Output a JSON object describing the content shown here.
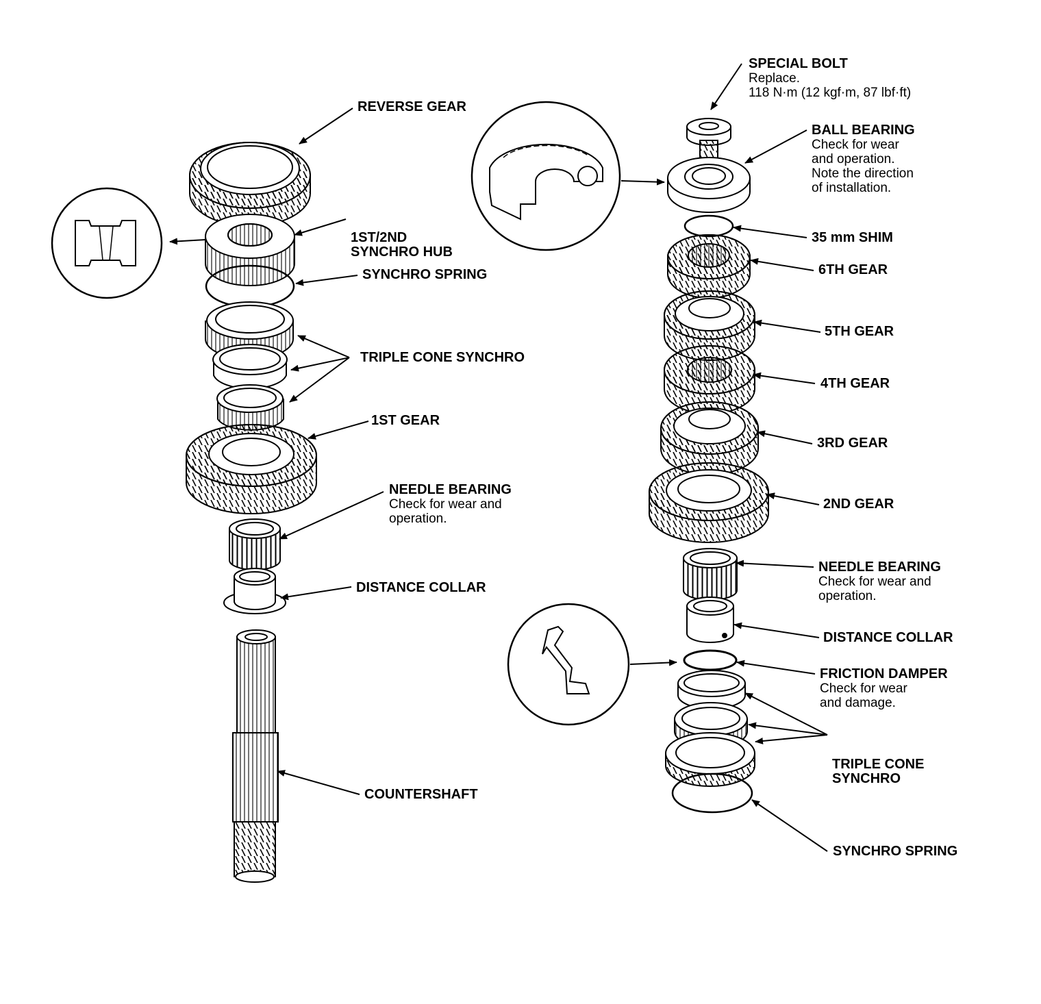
{
  "diagram": {
    "left_assembly": {
      "labels": [
        {
          "id": "reverse-gear",
          "title": "REVERSE GEAR",
          "notes": []
        },
        {
          "id": "synchro-hub",
          "title": "1ST/2ND\nSYNCHRO HUB",
          "notes": []
        },
        {
          "id": "synchro-spring",
          "title": "SYNCHRO SPRING",
          "notes": []
        },
        {
          "id": "triple-cone-synchro",
          "title": "TRIPLE CONE SYNCHRO",
          "notes": []
        },
        {
          "id": "first-gear",
          "title": "1ST GEAR",
          "notes": []
        },
        {
          "id": "needle-bearing",
          "title": "NEEDLE BEARING",
          "notes": [
            "Check for wear and",
            "operation."
          ]
        },
        {
          "id": "distance-collar",
          "title": "DISTANCE COLLAR",
          "notes": []
        },
        {
          "id": "countershaft",
          "title": "COUNTERSHAFT",
          "notes": []
        }
      ]
    },
    "right_assembly": {
      "labels": [
        {
          "id": "special-bolt",
          "title": "SPECIAL BOLT",
          "notes": [
            "Replace.",
            "118 N·m (12 kgf·m, 87 lbf·ft)"
          ]
        },
        {
          "id": "ball-bearing",
          "title": "BALL BEARING",
          "notes": [
            "Check for wear",
            "and operation.",
            "Note the direction",
            "of installation."
          ]
        },
        {
          "id": "shim",
          "title": "35 mm SHIM",
          "notes": []
        },
        {
          "id": "sixth-gear",
          "title": "6TH GEAR",
          "notes": []
        },
        {
          "id": "fifth-gear",
          "title": "5TH GEAR",
          "notes": []
        },
        {
          "id": "fourth-gear",
          "title": "4TH GEAR",
          "notes": []
        },
        {
          "id": "third-gear",
          "title": "3RD GEAR",
          "notes": []
        },
        {
          "id": "second-gear",
          "title": "2ND GEAR",
          "notes": []
        },
        {
          "id": "needle-bearing",
          "title": "NEEDLE BEARING",
          "notes": [
            "Check for wear and",
            "operation."
          ]
        },
        {
          "id": "distance-collar",
          "title": "DISTANCE COLLAR",
          "notes": []
        },
        {
          "id": "friction-damper",
          "title": "FRICTION DAMPER",
          "notes": [
            "Check for wear",
            "and damage."
          ]
        },
        {
          "id": "triple-cone-synchro",
          "title": "TRIPLE CONE\nSYNCHRO",
          "notes": []
        },
        {
          "id": "synchro-spring",
          "title": "SYNCHRO SPRING",
          "notes": []
        }
      ]
    }
  }
}
